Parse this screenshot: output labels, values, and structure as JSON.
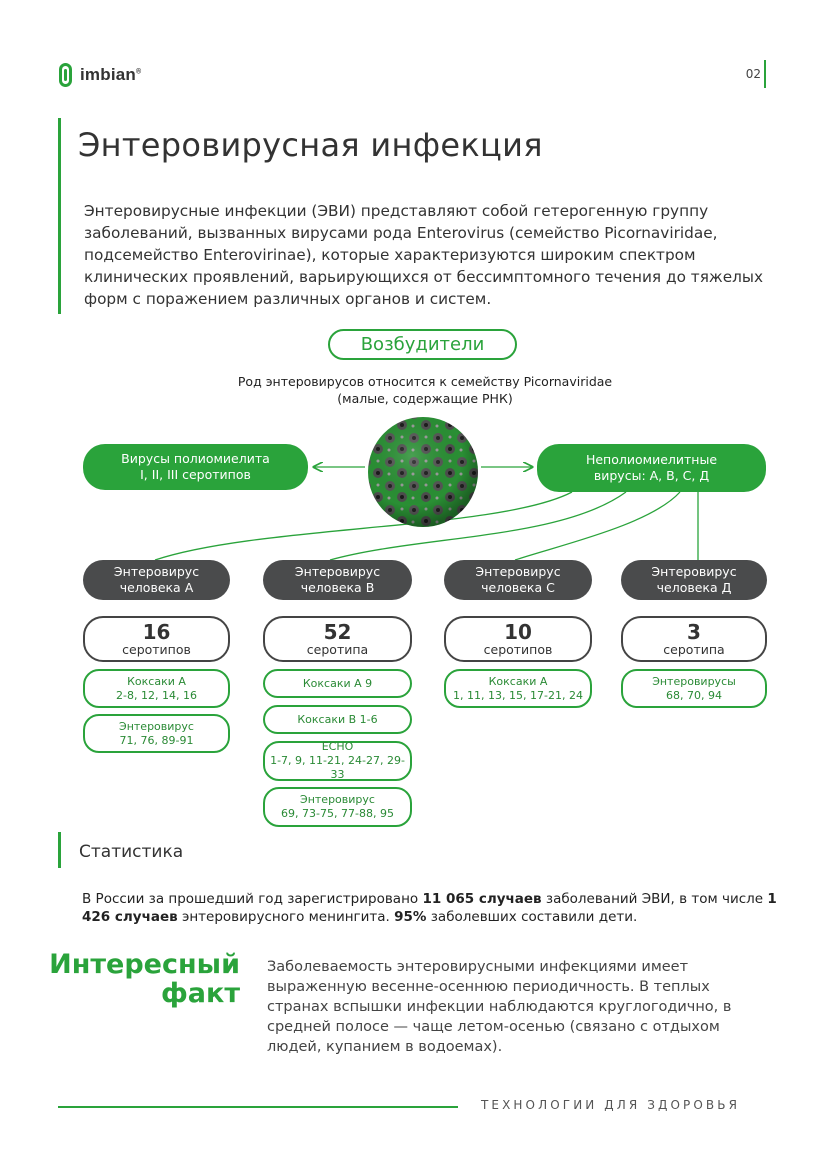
{
  "header": {
    "logo_text": "imbian",
    "logo_reg": "®",
    "page_number": "02"
  },
  "title": "Энтеровирусная инфекция",
  "intro": "Энтеровирусные инфекции (ЭВИ) представляют собой гетерогенную группу заболеваний, вызванных вирусами рода Enterovirus (семейство Picornaviridae, подсемейство Enterovirinae), которые характеризуются широким спектром клинических проявлений, варьирующихся от бессимптомного течения до тяжелых форм с поражением различных органов и систем.",
  "pathogens": {
    "heading": "Возбудители",
    "genus_line1": "Род энтеровирусов относится к семейству Picornaviridae",
    "genus_line2": "(малые, содержащие РНК)",
    "polio_line1": "Вирусы полиомиелита",
    "polio_line2": "I, II, III серотипов",
    "nonpolio_line1": "Неполиомиелитные",
    "nonpolio_line2": "вирусы: А, В, С, Д",
    "groups": [
      {
        "name_line1": "Энтеровирус",
        "name_line2": "человека А",
        "count": "16",
        "count_label": "серотипов",
        "items": [
          {
            "line1": "Коксаки А",
            "line2": "2-8, 12, 14, 16"
          },
          {
            "line1": "Энтеровирус",
            "line2": "71, 76, 89-91"
          }
        ]
      },
      {
        "name_line1": "Энтеровирус",
        "name_line2": "человека В",
        "count": "52",
        "count_label": "серотипа",
        "items": [
          {
            "line1": "Коксаки А 9",
            "line2": ""
          },
          {
            "line1": "Коксаки В 1-6",
            "line2": ""
          },
          {
            "line1": "ECHO",
            "line2": "1-7, 9, 11-21, 24-27, 29-33"
          },
          {
            "line1": "Энтеровирус",
            "line2": "69, 73-75, 77-88, 95"
          }
        ]
      },
      {
        "name_line1": "Энтеровирус",
        "name_line2": "человека С",
        "count": "10",
        "count_label": "серотипов",
        "items": [
          {
            "line1": "Коксаки А",
            "line2": "1, 11, 13, 15, 17-21, 24"
          }
        ]
      },
      {
        "name_line1": "Энтеровирус",
        "name_line2": "человека Д",
        "count": "3",
        "count_label": "серотипа",
        "items": [
          {
            "line1": "Энтеровирусы",
            "line2": "68, 70, 94"
          }
        ]
      }
    ]
  },
  "statistics": {
    "title": "Статистика",
    "p1": "В России за прошедший год зарегистрировано ",
    "b1": "11 065 случаев",
    "p2": " заболеваний ЭВИ, в том числе ",
    "b2": "1 426 случаев",
    "p3": " энтеровирусного менингита. ",
    "b3": "95%",
    "p4": " заболевших составили дети."
  },
  "fact": {
    "title_line1": "Интересный",
    "title_line2": "факт",
    "text": "Заболеваемость энтеровирусными инфекциями имеет выраженную весенне-осеннюю периодичность. В теплых странах вспышки инфекции наблюдаются круглогодично, в средней полосе — чаще летом-осенью (связано с отдыхом людей, купанием в водоемах)."
  },
  "footer": "ТЕХНОЛОГИИ ДЛЯ ЗДОРОВЬЯ",
  "colors": {
    "accent": "#2aa33b",
    "dark": "#4a4b4c"
  }
}
